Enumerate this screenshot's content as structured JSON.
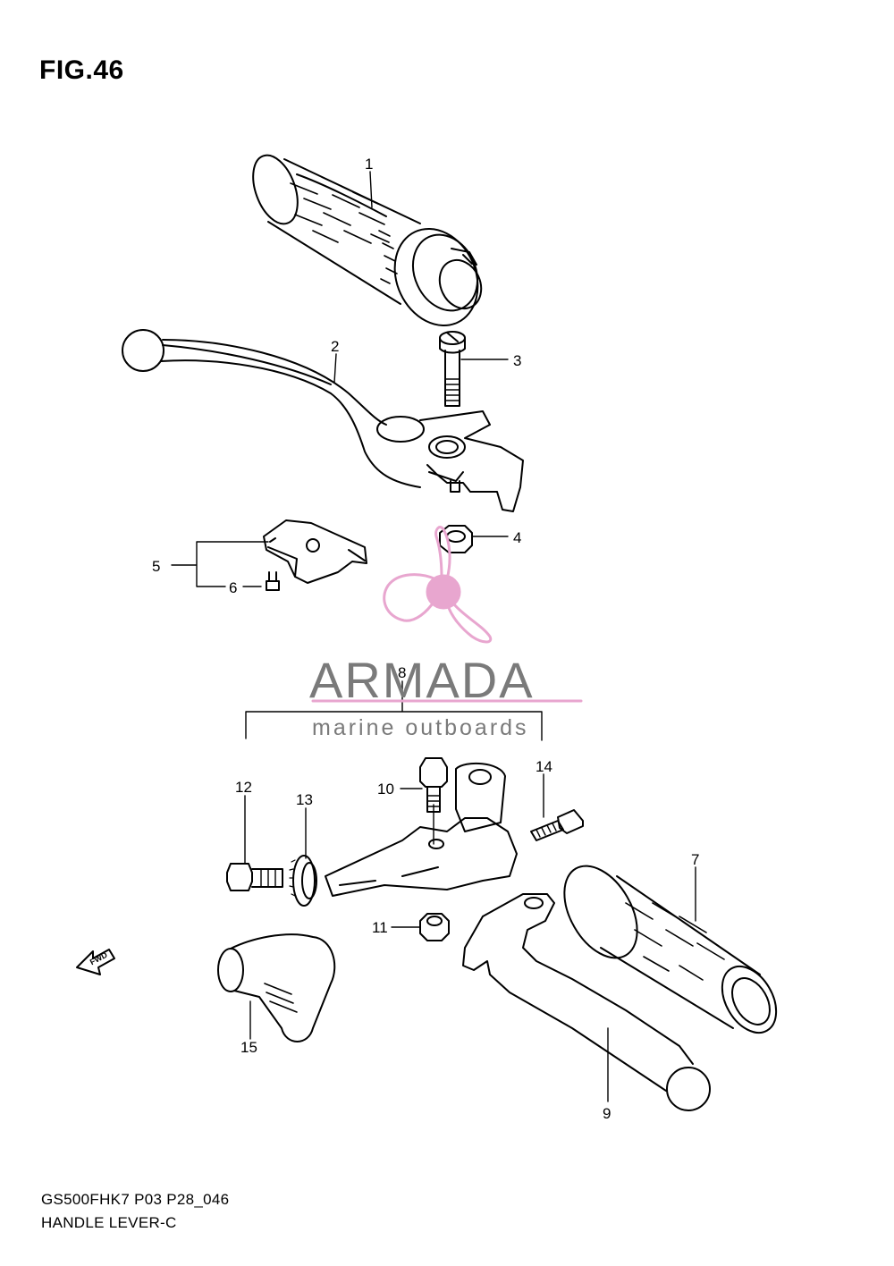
{
  "figure": {
    "title": "FIG.46",
    "code": "GS500FHK7 P03 P28_046",
    "name": "HANDLE LEVER-C"
  },
  "callouts": {
    "c1": "1",
    "c2": "2",
    "c3": "3",
    "c4": "4",
    "c5": "5",
    "c6": "6",
    "c7": "7",
    "c8": "8",
    "c9": "9",
    "c10": "10",
    "c11": "11",
    "c12": "12",
    "c13": "13",
    "c14": "14",
    "c15": "15"
  },
  "fwd_arrow": {
    "label": "FWD"
  },
  "watermark": {
    "brand": "ARMADA",
    "tagline": "marine outboards",
    "accent_color": "#e8a6cf",
    "text_color": "#7a7a7a"
  }
}
